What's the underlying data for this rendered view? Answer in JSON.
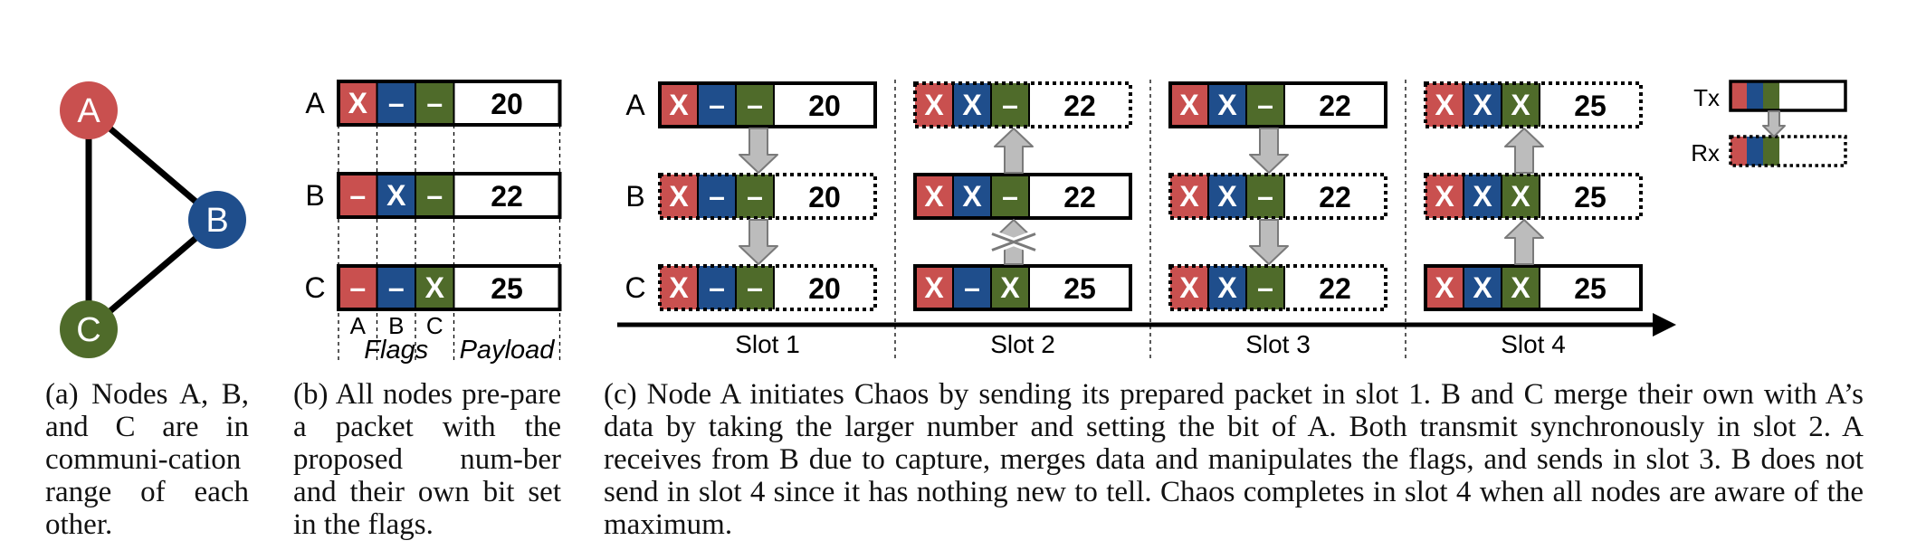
{
  "colors": {
    "node_a": "#c9504f",
    "node_b": "#1f4e8c",
    "node_c": "#4f6b2a",
    "arrow_fill": "#bcbcbc",
    "arrow_stroke": "#7a7a7a",
    "text": "#111111"
  },
  "panel_a": {
    "nodes": [
      {
        "id": "A",
        "label": "A"
      },
      {
        "id": "B",
        "label": "B"
      },
      {
        "id": "C",
        "label": "C"
      }
    ],
    "edges": [
      [
        "A",
        "B"
      ],
      [
        "A",
        "C"
      ],
      [
        "B",
        "C"
      ]
    ],
    "caption": "(a) Nodes A, B, and C are in communi-cation range of each other."
  },
  "panel_b": {
    "rows": [
      {
        "node": "A",
        "flags": [
          "X",
          "–",
          "–"
        ],
        "payload": "20"
      },
      {
        "node": "B",
        "flags": [
          "–",
          "X",
          "–"
        ],
        "payload": "22"
      },
      {
        "node": "C",
        "flags": [
          "–",
          "–",
          "X"
        ],
        "payload": "25"
      }
    ],
    "flag_columns": [
      "A",
      "B",
      "C"
    ],
    "flags_label": "Flags",
    "payload_label": "Payload",
    "caption": "(b) All nodes pre-pare a packet with the proposed num-ber and their own bit set in the flags."
  },
  "panel_c": {
    "row_labels": [
      "A",
      "B",
      "C"
    ],
    "slots": [
      {
        "label": "Slot 1",
        "packets": [
          {
            "node": "A",
            "flags": [
              "X",
              "–",
              "–"
            ],
            "payload": "20",
            "mode": "tx"
          },
          {
            "node": "B",
            "flags": [
              "X",
              "–",
              "–"
            ],
            "payload": "20",
            "mode": "rx"
          },
          {
            "node": "C",
            "flags": [
              "X",
              "–",
              "–"
            ],
            "payload": "20",
            "mode": "rx"
          }
        ],
        "arrows": [
          {
            "from": "A",
            "to": "B",
            "collision": false
          },
          {
            "from": "B",
            "to": "C",
            "collision": false
          }
        ]
      },
      {
        "label": "Slot 2",
        "packets": [
          {
            "node": "A",
            "flags": [
              "X",
              "X",
              "–"
            ],
            "payload": "22",
            "mode": "rx"
          },
          {
            "node": "B",
            "flags": [
              "X",
              "X",
              "–"
            ],
            "payload": "22",
            "mode": "tx"
          },
          {
            "node": "C",
            "flags": [
              "X",
              "–",
              "X"
            ],
            "payload": "25",
            "mode": "tx"
          }
        ],
        "arrows": [
          {
            "from": "B",
            "to": "A",
            "collision": false
          },
          {
            "from": "C",
            "to": "B",
            "collision": true
          }
        ]
      },
      {
        "label": "Slot 3",
        "packets": [
          {
            "node": "A",
            "flags": [
              "X",
              "X",
              "–"
            ],
            "payload": "22",
            "mode": "tx"
          },
          {
            "node": "B",
            "flags": [
              "X",
              "X",
              "–"
            ],
            "payload": "22",
            "mode": "rx"
          },
          {
            "node": "C",
            "flags": [
              "X",
              "X",
              "–"
            ],
            "payload": "22",
            "mode": "rx"
          }
        ],
        "arrows": [
          {
            "from": "A",
            "to": "B",
            "collision": false
          },
          {
            "from": "B",
            "to": "C",
            "collision": false
          }
        ]
      },
      {
        "label": "Slot 4",
        "packets": [
          {
            "node": "A",
            "flags": [
              "X",
              "X",
              "X"
            ],
            "payload": "25",
            "mode": "rx"
          },
          {
            "node": "B",
            "flags": [
              "X",
              "X",
              "X"
            ],
            "payload": "25",
            "mode": "rx"
          },
          {
            "node": "C",
            "flags": [
              "X",
              "X",
              "X"
            ],
            "payload": "25",
            "mode": "tx"
          }
        ],
        "arrows": [
          {
            "from": "B",
            "to": "A",
            "collision": false
          },
          {
            "from": "C",
            "to": "B",
            "collision": false
          }
        ]
      }
    ],
    "legend": {
      "tx_label": "Tx",
      "rx_label": "Rx"
    },
    "caption": "(c) Node A initiates Chaos by sending its prepared packet in slot 1. B and C merge their own with A’s data by taking the larger number and setting the bit of A. Both transmit synchronously in slot 2. A receives from B due to capture, merges data and manipulates the flags, and sends in slot 3. B does not send in slot 4 since it has nothing new to tell. Chaos completes in slot 4 when all nodes are aware of the maximum."
  }
}
